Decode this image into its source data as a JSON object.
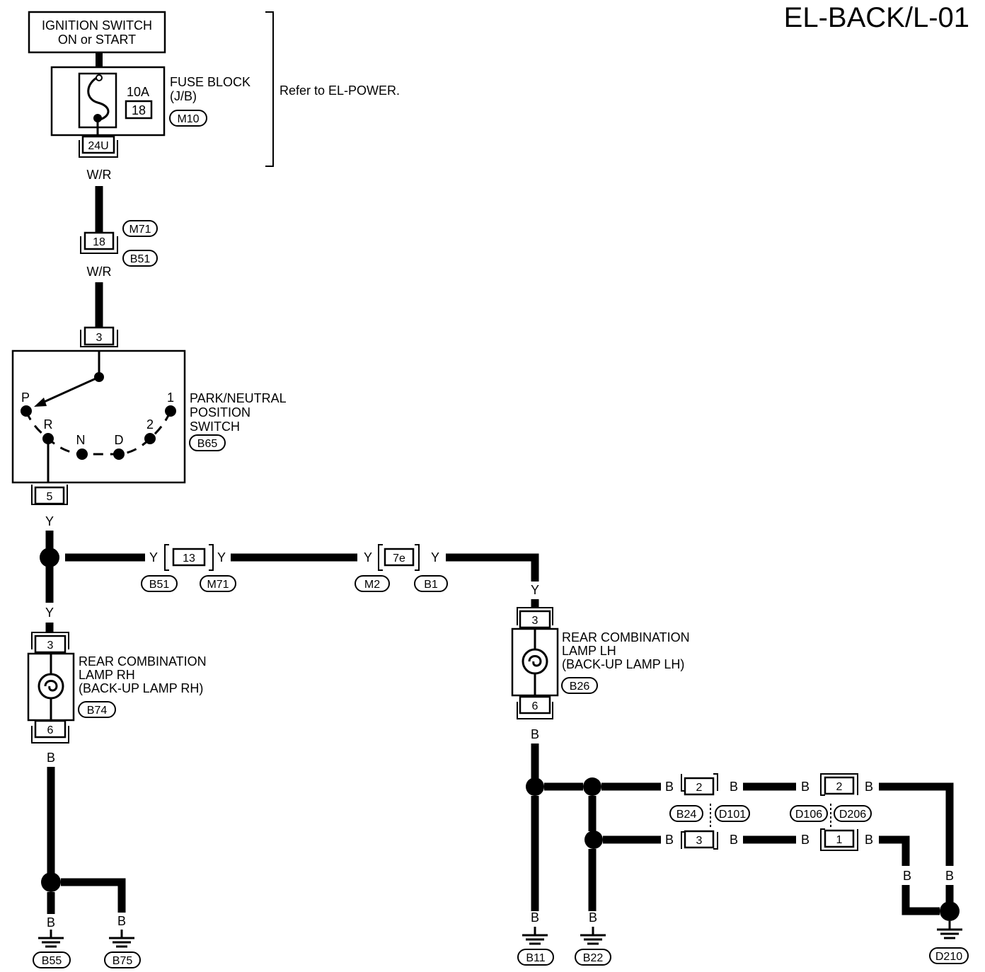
{
  "title": "EL-BACK/L-01",
  "ignition": {
    "line1": "IGNITION SWITCH",
    "line2": "ON or START"
  },
  "fuse_block": {
    "label1": "FUSE BLOCK",
    "label2": "(J/B)",
    "amps": "10A",
    "fuse_no": "18",
    "connector": "M10",
    "terminal": "24U"
  },
  "refer_note": "Refer to EL-POWER.",
  "wire_colors": {
    "wr": "W/R",
    "y": "Y",
    "b": "B"
  },
  "joint_m71_b51": {
    "pin": "18",
    "top": "M71",
    "bottom": "B51"
  },
  "pnp_switch": {
    "label1": "PARK/NEUTRAL",
    "label2": "POSITION",
    "label3": "SWITCH",
    "connector": "B65",
    "pin_in": "3",
    "pin_out": "5",
    "positions": {
      "p": "P",
      "r": "R",
      "n": "N",
      "d": "D",
      "two": "2",
      "one": "1"
    }
  },
  "joint_13": {
    "pin": "13",
    "left": "B51",
    "right": "M71"
  },
  "joint_7e": {
    "pin": "7e",
    "left": "M2",
    "right": "B1"
  },
  "lamp_rh": {
    "line1": "REAR COMBINATION",
    "line2": "LAMP RH",
    "line3": "(BACK-UP LAMP RH)",
    "connector": "B74",
    "pin_top": "3",
    "pin_bottom": "6"
  },
  "lamp_lh": {
    "line1": "REAR COMBINATION",
    "line2": "LAMP LH",
    "line3": "(BACK-UP LAMP LH)",
    "connector": "B26",
    "pin_top": "3",
    "pin_bottom": "6"
  },
  "joints_right": {
    "pin_a": "2",
    "pin_b": "3",
    "conn_a": "B24",
    "conn_b": "D101",
    "pin_c": "2",
    "pin_d": "1",
    "conn_c": "D106",
    "conn_d": "D206"
  },
  "grounds": {
    "b55": "B55",
    "b75": "B75",
    "b11": "B11",
    "b22": "B22",
    "d210": "D210"
  }
}
